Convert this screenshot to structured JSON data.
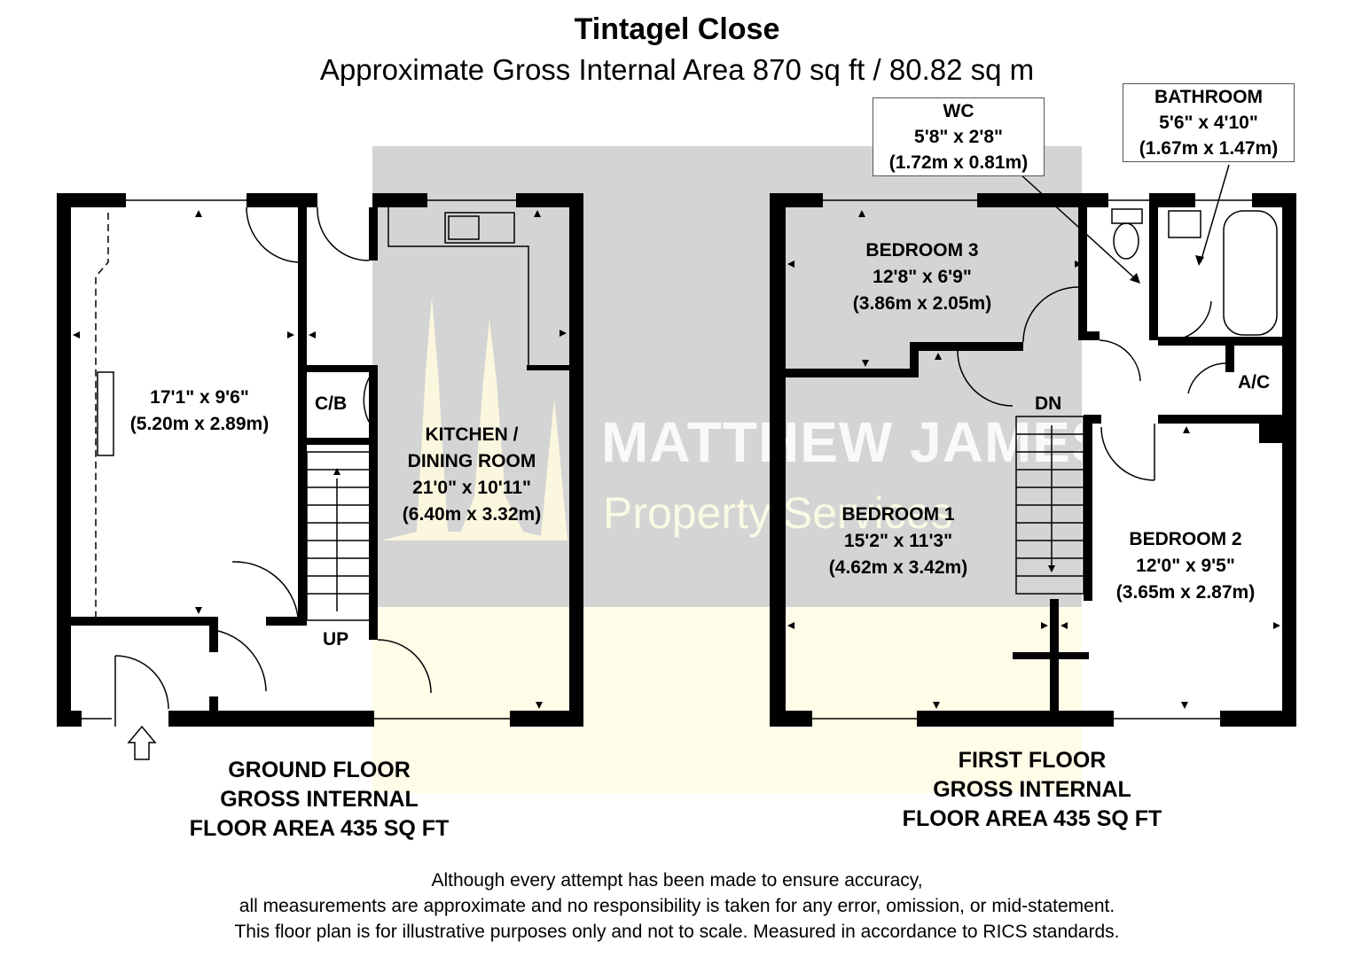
{
  "header": {
    "title": "Tintagel Close",
    "subtitle": "Approximate Gross Internal Area 870 sq ft / 80.82 sq m"
  },
  "watermark": {
    "line1": "MATTHEW JAMES",
    "line2": "Property Services"
  },
  "ground_floor": {
    "label_lines": [
      "GROUND FLOOR",
      "GROSS INTERNAL",
      "FLOOR AREA 435 SQ FT"
    ],
    "rooms": {
      "lounge": {
        "dim_imperial": "17'1\" x 9'6\"",
        "dim_metric": "(5.20m x 2.89m)"
      },
      "kitchen": {
        "name1": "KITCHEN /",
        "name2": "DINING ROOM",
        "dim_imperial": "21'0\" x 10'11\"",
        "dim_metric": "(6.40m x 3.32m)"
      },
      "cupboard": "C/B",
      "stairs": "UP"
    }
  },
  "first_floor": {
    "label_lines": [
      "FIRST FLOOR",
      "GROSS INTERNAL",
      "FLOOR AREA 435 SQ FT"
    ],
    "rooms": {
      "bedroom3": {
        "name": "BEDROOM 3",
        "dim_imperial": "12'8\" x 6'9\"",
        "dim_metric": "(3.86m x 2.05m)"
      },
      "bedroom1": {
        "name": "BEDROOM 1",
        "dim_imperial": "15'2\" x 11'3\"",
        "dim_metric": "(4.62m x 3.42m)"
      },
      "bedroom2": {
        "name": "BEDROOM 2",
        "dim_imperial": "12'0\" x 9'5\"",
        "dim_metric": "(3.65m x 2.87m)"
      },
      "wc": {
        "name": "WC",
        "dim_imperial": "5'8\" x 2'8\"",
        "dim_metric": "(1.72m x 0.81m)"
      },
      "bathroom": {
        "name": "BATHROOM",
        "dim_imperial": "5'6\" x 4'10\"",
        "dim_metric": "(1.67m x 1.47m)"
      },
      "airing_cupboard": "A/C",
      "stairs": "DN"
    }
  },
  "disclaimer": [
    "Although every attempt has been made to ensure accuracy,",
    "all measurements are approximate and no responsibility is taken for any error, omission, or mid-statement.",
    "This floor plan is for illustrative purposes only and not to scale. Measured in accordance to RICS standards."
  ],
  "colors": {
    "wall": "#000000",
    "watermark_grey": "#d9d9d9",
    "watermark_yellow": "#fffde6"
  }
}
